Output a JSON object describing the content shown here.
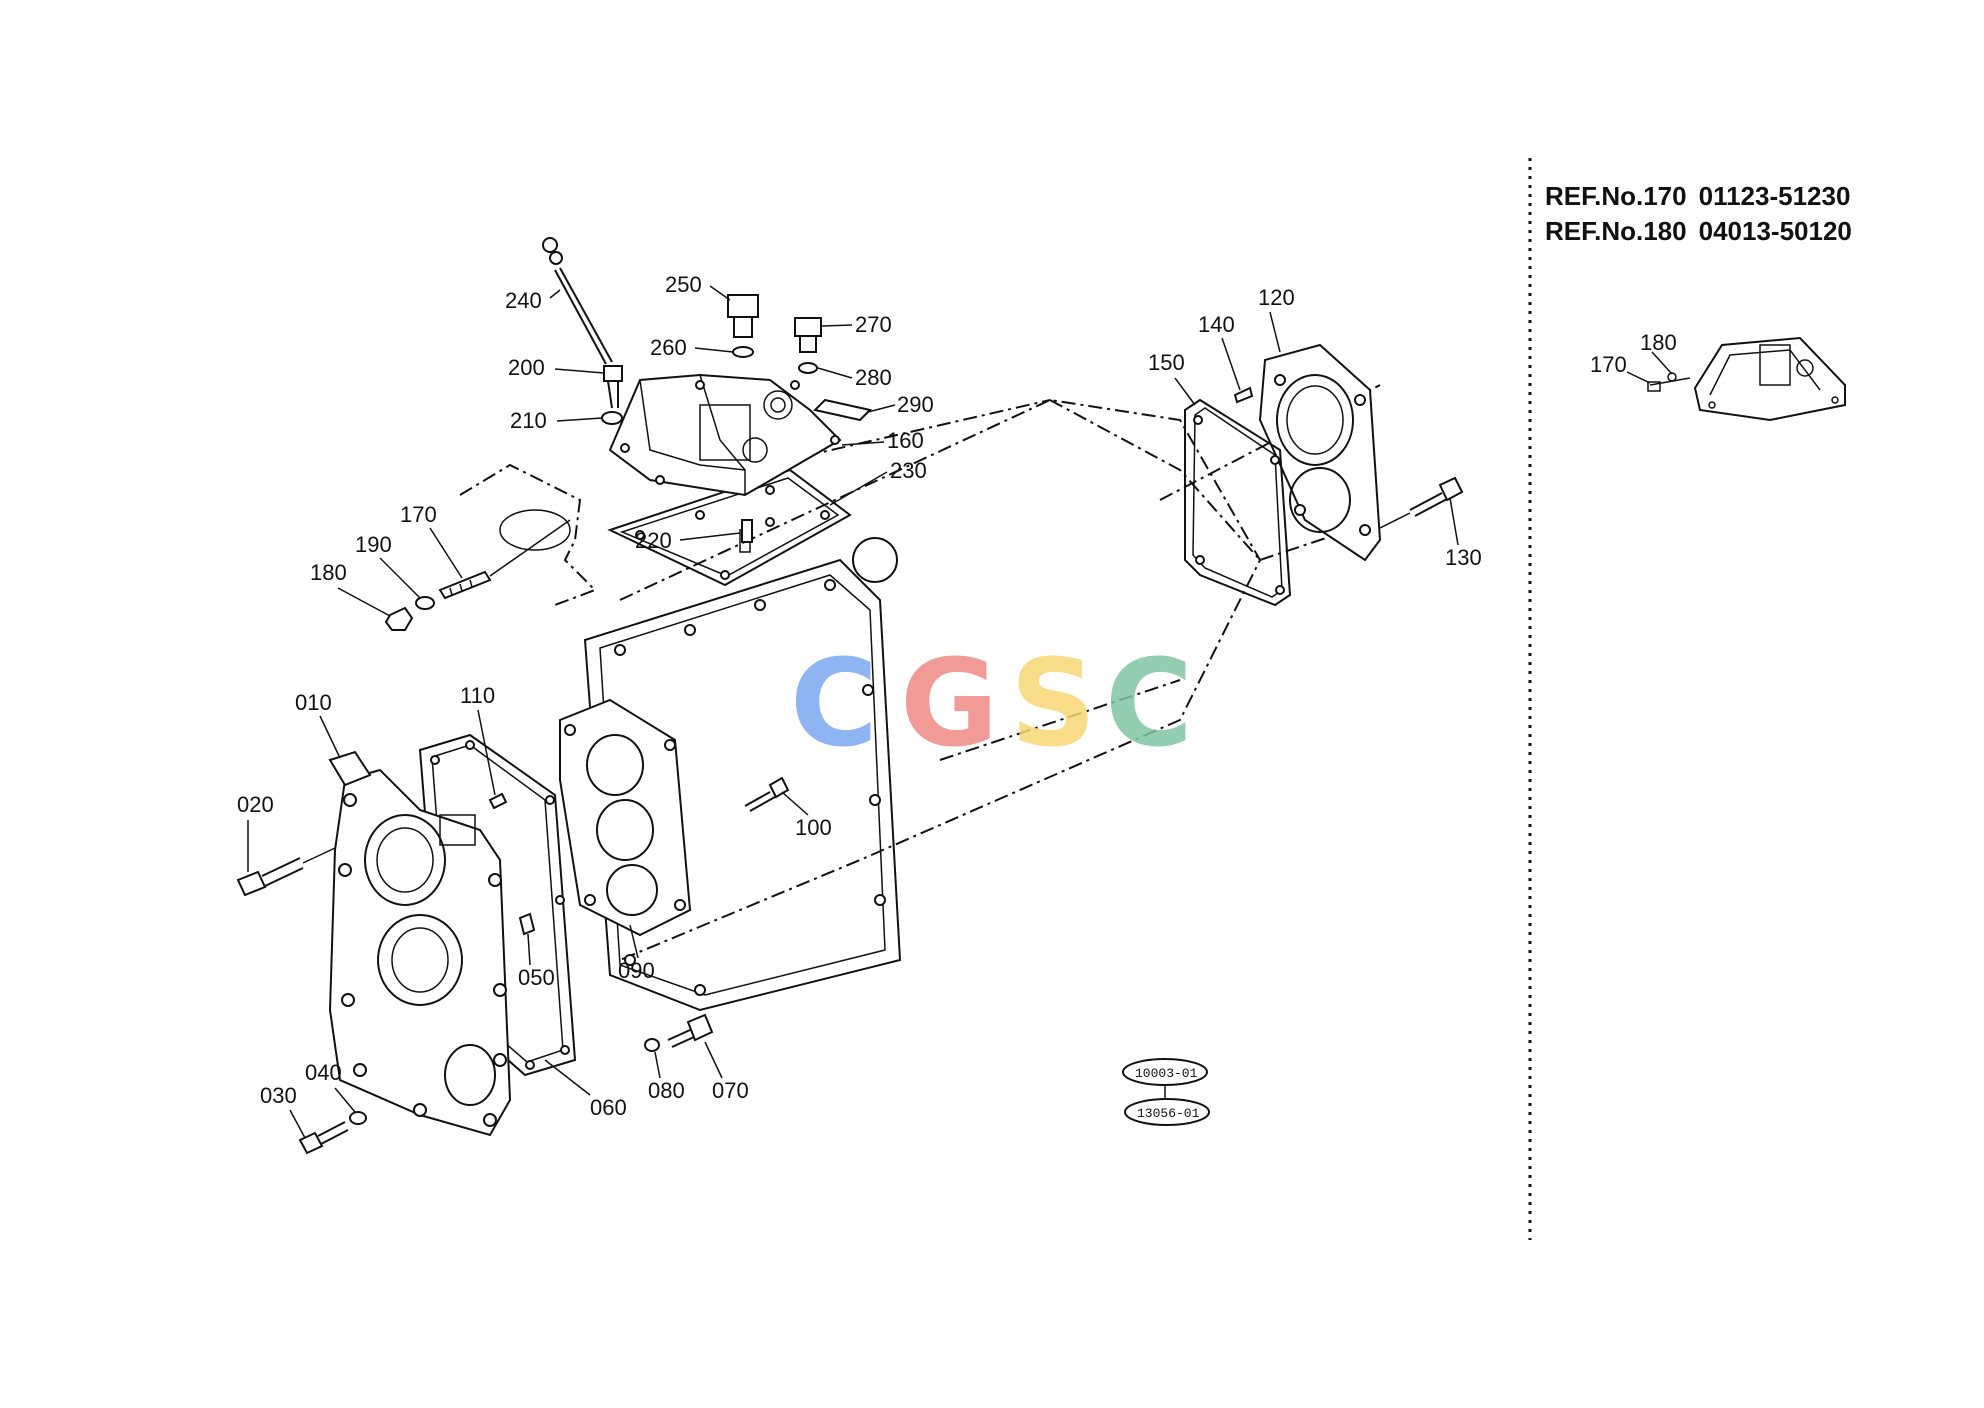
{
  "references": [
    {
      "label": "REF.No.170",
      "part_number": "01123-51230"
    },
    {
      "label": "REF.No.180",
      "part_number": "04013-50120"
    }
  ],
  "callouts": {
    "c010": "010",
    "c020": "020",
    "c030": "030",
    "c040": "040",
    "c050": "050",
    "c060": "060",
    "c070": "070",
    "c080": "080",
    "c090": "090",
    "c100": "100",
    "c110": "110",
    "c120": "120",
    "c130": "130",
    "c140": "140",
    "c150": "150",
    "c160": "160",
    "c170": "170",
    "c180": "180",
    "c190": "190",
    "c200": "200",
    "c210": "210",
    "c220": "220",
    "c230": "230",
    "c240": "240",
    "c250": "250",
    "c260": "260",
    "c270": "270",
    "c280": "280",
    "c290": "290",
    "inset170": "170",
    "inset180": "180"
  },
  "diagram_refs": {
    "top": "10003-01",
    "bottom": "13056-01"
  },
  "watermark": {
    "letters": [
      "C",
      "G",
      "S",
      "C"
    ],
    "colors": [
      "#7ba7f0",
      "#f08a84",
      "#f7d774",
      "#7fc6a2"
    ]
  }
}
